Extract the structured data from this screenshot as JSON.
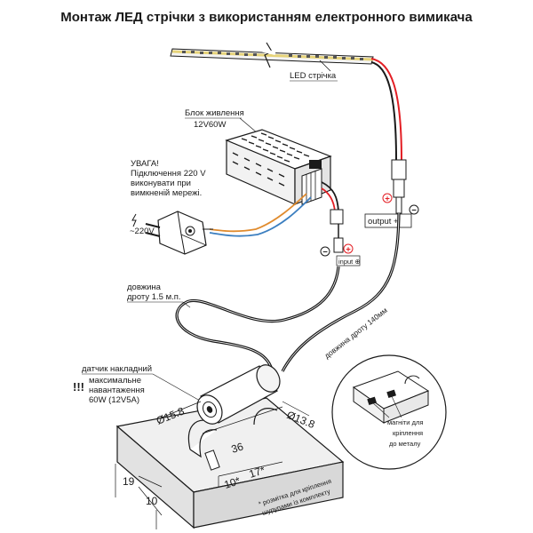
{
  "title": "Монтаж  ЛЕД стрічки з використанням електронного вимикача",
  "led_strip": {
    "label": "LED стрічка"
  },
  "power_supply": {
    "line1": "Блок живлення",
    "line2": "12V60W"
  },
  "warning": {
    "line1": "УВАГА!",
    "line2": "Підключення 220 V",
    "line3": "виконувати  при",
    "line4": "вимкненій мережі."
  },
  "mains": {
    "voltage": "~220V"
  },
  "output_label": "output +",
  "input_label": "input ⊕",
  "polarity": {
    "minus": "−",
    "plus": "+"
  },
  "wire_length_short": {
    "line1": "довжина",
    "line2": "дроту 1.5 м.п."
  },
  "wire_length_long": "довжина дроту 140мм",
  "sensor": {
    "name": "датчик накладний",
    "exclaim": "!!!",
    "max1": "максимальне",
    "max2": "навантаження",
    "max3": "60W (12V5A)"
  },
  "dimensions": {
    "d_small": "Ø15.8",
    "d_large": "Ø13.8",
    "length": "36",
    "d10a": "10*",
    "d17": "17*",
    "d19": "19",
    "d10b": "10"
  },
  "footnote": {
    "line1": "* розмітка для кріплення",
    "line2": "шурупами із комплекту"
  },
  "magnet_note": {
    "line1": "магніти для",
    "line2": "кріплення",
    "line3": "до металу"
  },
  "colors": {
    "red": "#e31e24",
    "blue": "#3c7fc0",
    "orange": "#e08b2e",
    "black": "#1a1a1a",
    "strip_yellow": "#e6d37a"
  }
}
